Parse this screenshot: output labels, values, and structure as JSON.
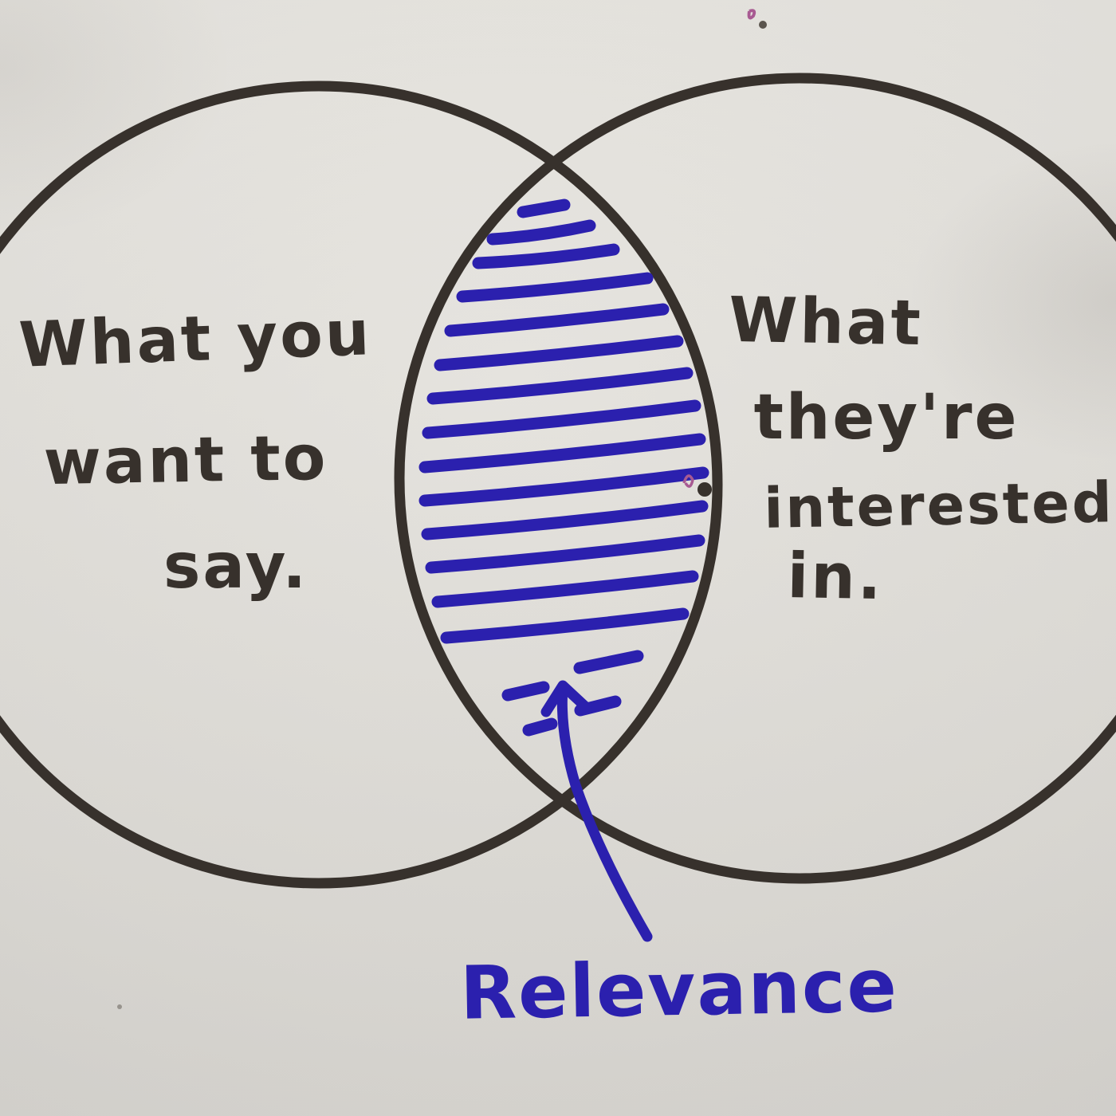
{
  "diagram": {
    "type": "venn"
  },
  "colors": {
    "background": "#dfddd8",
    "marker_black": "#37312c",
    "marker_blue": "#2b20ae",
    "accent_pink": "#a85a92",
    "speck_gray": "#5a544d"
  },
  "left_circle": {
    "label_lines": [
      "What you",
      "want to",
      "say."
    ]
  },
  "right_circle": {
    "label_lines": [
      "What",
      "they're",
      "interested",
      "in."
    ]
  },
  "overlap": {
    "label": "Relevance"
  }
}
